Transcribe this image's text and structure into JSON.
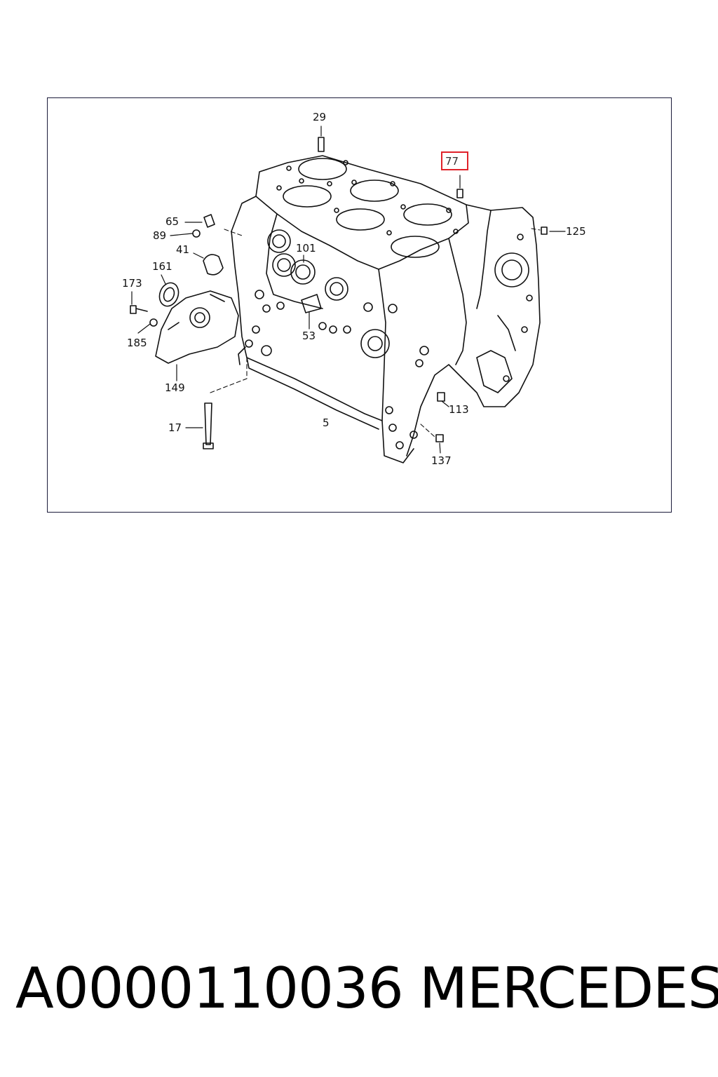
{
  "diagram": {
    "callouts": [
      {
        "id": "29",
        "text": "29"
      },
      {
        "id": "77",
        "text": "77",
        "highlighted": true
      },
      {
        "id": "65",
        "text": "65"
      },
      {
        "id": "89",
        "text": "89"
      },
      {
        "id": "41",
        "text": "41"
      },
      {
        "id": "101",
        "text": "101"
      },
      {
        "id": "125",
        "text": "125"
      },
      {
        "id": "161",
        "text": "161"
      },
      {
        "id": "173",
        "text": "173"
      },
      {
        "id": "185",
        "text": "185"
      },
      {
        "id": "53",
        "text": "53"
      },
      {
        "id": "149",
        "text": "149"
      },
      {
        "id": "113",
        "text": "113"
      },
      {
        "id": "5",
        "text": "5"
      },
      {
        "id": "17",
        "text": "17"
      },
      {
        "id": "137",
        "text": "137"
      }
    ],
    "colors": {
      "frame": "#1b1b3a",
      "highlight": "#e0222a",
      "lines": "#111111"
    }
  },
  "footer": {
    "part_number": "A0000110036",
    "brand": "MERCEDES"
  }
}
